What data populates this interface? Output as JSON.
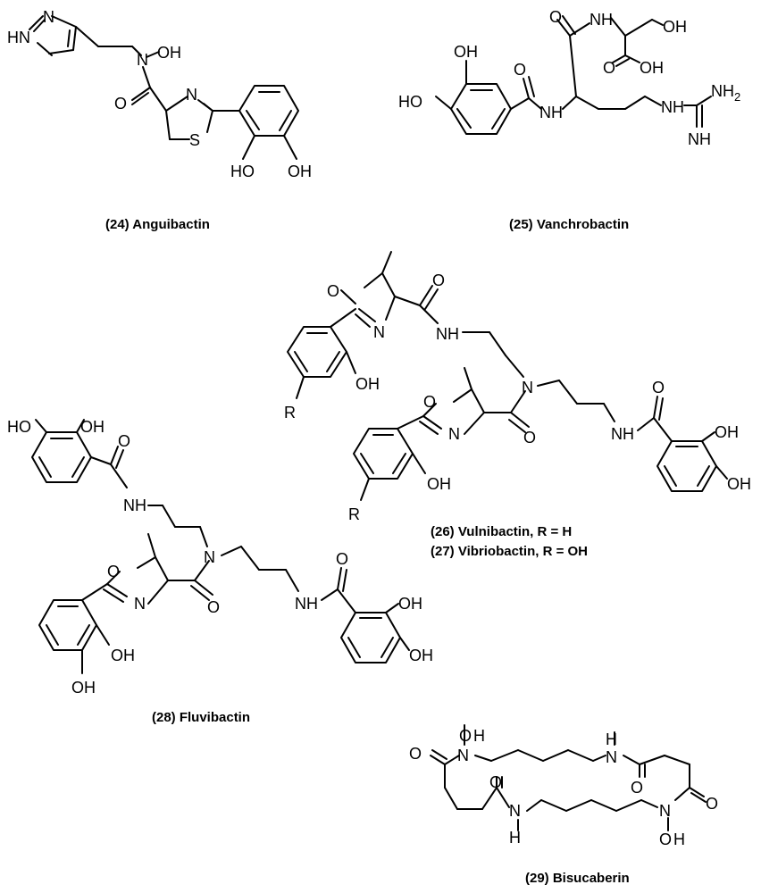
{
  "compounds": {
    "c24": {
      "caption": "(24) Anguibactin"
    },
    "c25": {
      "caption": "(25) Vanchrobactin"
    },
    "c26": {
      "caption": "(26) Vulnibactin,  R = H"
    },
    "c27": {
      "caption": "(27) Vibriobactin,  R = OH"
    },
    "c28": {
      "caption": "(28) Fluvibactin"
    },
    "c29": {
      "caption": "(29) Bisucaberin"
    }
  },
  "atoms": {
    "hn": "HN",
    "n": "N",
    "nh": "NH",
    "h": "H",
    "o": "O",
    "s": "S",
    "oh": "OH",
    "ho": "HO",
    "r": "R",
    "nh2": "NH",
    "sub2": "2",
    "n_oh": "N-OH"
  }
}
